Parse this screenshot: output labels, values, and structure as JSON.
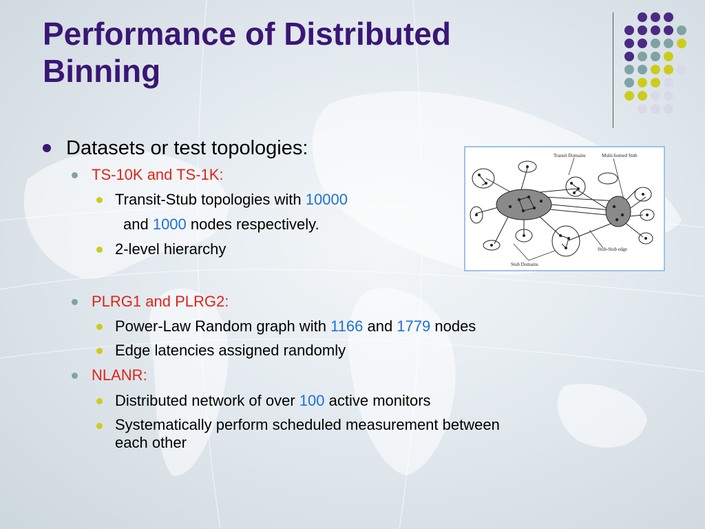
{
  "slide": {
    "title_line1": "Performance of Distributed",
    "title_line2": "Binning"
  },
  "bullets": {
    "datasets": "Datasets or test topologies:",
    "ts": {
      "heading": "TS-10K and TS-1K:",
      "item1_a": "Transit-Stub topologies with ",
      "item1_num1": "10000",
      "item1_b": "and ",
      "item1_num2": "1000",
      "item1_c": " nodes respectively.",
      "item2": "2-level hierarchy"
    },
    "plrg": {
      "heading": "PLRG1 and PLRG2:",
      "item1_a": "Power-Law Random graph with ",
      "item1_num1": "1166",
      "item1_mid": " and ",
      "item1_num2": "1779",
      "item1_c": " nodes",
      "item2": "Edge latencies assigned randomly"
    },
    "nlanr": {
      "heading": "NLANR:",
      "item1_a": "Distributed network of over ",
      "item1_num": "100",
      "item1_b": " active monitors",
      "item2_line1": "Systematically perform scheduled measurement between",
      "item2_line2": "each other"
    }
  },
  "figure": {
    "label_transit": "Transit Domains",
    "label_multihomed": "Multi-homed Stub",
    "label_stubstub": "Stub-Stub edge",
    "label_stubdomains": "Stub Domains"
  },
  "colors": {
    "title": "#3b1675",
    "sub_heading": "#e0231a",
    "number_highlight": "#1f6fd8",
    "dot_purple": "#4b2a82",
    "dot_teal": "#7fa3a3",
    "dot_yellow": "#cdcc1c",
    "dot_lavender": "#d9d9ea"
  }
}
